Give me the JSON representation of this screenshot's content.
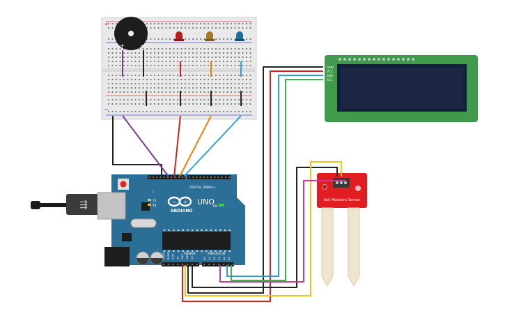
{
  "arduino": {
    "brand": "ARDUINO",
    "model": "UNO",
    "digital_label": "DIGITAL (PWM~)",
    "power_label": "POWER",
    "analog_label": "ANALOG IN",
    "tx": "TX",
    "rx": "RX",
    "on": "ON",
    "l": "L",
    "aref": "AREF",
    "gnd": "GND",
    "power_pins": [
      "IOREF",
      "RESET",
      "3.3V",
      "5V",
      "GND",
      "GND",
      "Vin"
    ],
    "analog_pins": [
      "A0",
      "A1",
      "A2",
      "A3",
      "A4",
      "A5"
    ]
  },
  "lcd": {
    "pins": [
      "GND",
      "VCC",
      "SDA",
      "SCL"
    ]
  },
  "soil_sensor": {
    "label": "Soil Moisture Sensor"
  },
  "breadboard": {
    "plus": "+",
    "minus": "−"
  },
  "buzzer": {
    "plus": "+",
    "minus": "−"
  },
  "colors": {
    "arduino_board": "#2c6f96",
    "lcd_board": "#3f9a4b",
    "lcd_screen": "#1c2744",
    "sensor_board": "#e21d22",
    "led_red": "#b61f1f",
    "led_yellow": "#a37828",
    "led_blue": "#1f6f9a",
    "wire_purple": "#7b3a96",
    "wire_red": "#d02020",
    "wire_orange": "#f07f10",
    "wire_cyan": "#2c9fd8",
    "wire_green": "#39b54a",
    "wire_yellow": "#f0c419",
    "wire_magenta": "#d23a8f",
    "wire_black": "#222222"
  }
}
